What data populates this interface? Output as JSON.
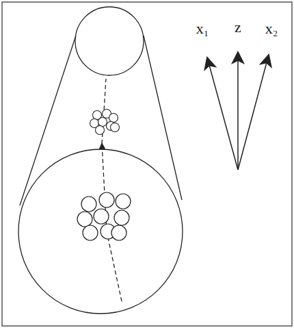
{
  "diagram": {
    "labels": [
      "x₁",
      "z",
      "x₂"
    ]
  }
}
